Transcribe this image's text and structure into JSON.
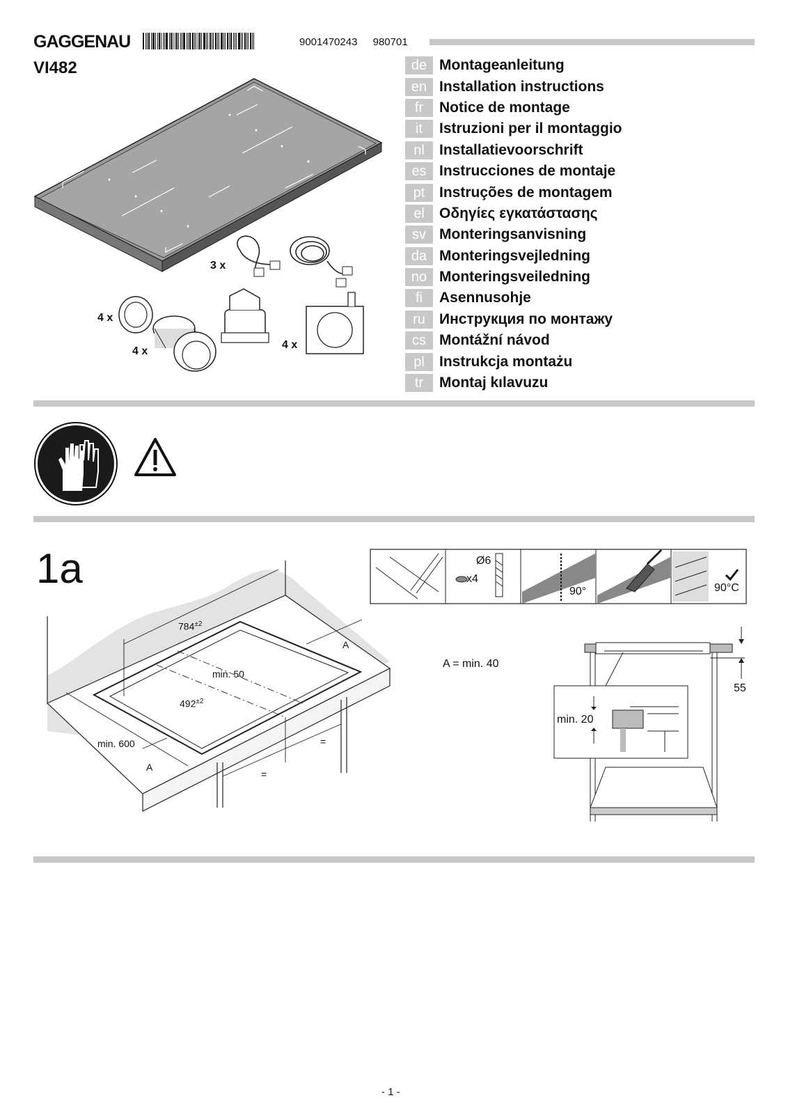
{
  "header": {
    "brand": "GAGGENAU",
    "code_number": "9001470243",
    "date_code": "980701",
    "model": "VI482"
  },
  "languages": [
    {
      "code": "de",
      "title": "Montageanleitung"
    },
    {
      "code": "en",
      "title": "Installation instructions"
    },
    {
      "code": "fr",
      "title": "Notice de montage"
    },
    {
      "code": "it",
      "title": "Istruzioni per il montaggio"
    },
    {
      "code": "nl",
      "title": "Installatievoorschrift"
    },
    {
      "code": "es",
      "title": "Instrucciones de montaje"
    },
    {
      "code": "pt",
      "title": "Instruções de montagem"
    },
    {
      "code": "el",
      "title": "Οδηγίες εγκατάστασης"
    },
    {
      "code": "sv",
      "title": "Monteringsanvisning"
    },
    {
      "code": "da",
      "title": "Monteringsvejledning"
    },
    {
      "code": "no",
      "title": "Monteringsveiledning"
    },
    {
      "code": "fi",
      "title": "Asennusohje"
    },
    {
      "code": "ru",
      "title": "Инструкция по монтажу"
    },
    {
      "code": "cs",
      "title": "Montážní návod"
    },
    {
      "code": "pl",
      "title": "Instrukcja montażu"
    },
    {
      "code": "tr",
      "title": "Montaj kılavuzu"
    }
  ],
  "parts": {
    "cables_qty": "3 x",
    "rings_qty": "4 x",
    "knobs_qty": "4 x",
    "templates_qty": "4 x"
  },
  "icons": {
    "gloves": "gloves-icon",
    "warning": "warning-triangle-icon"
  },
  "figure_1a": {
    "label": "1a",
    "width_dim": "784",
    "width_tol": "±2",
    "depth_dim": "492",
    "depth_tol": "±2",
    "min_back": "min. 50",
    "min_counter": "min. 600",
    "dist_a1": "A",
    "dist_a2": "A",
    "equal1": "=",
    "equal2": "=",
    "a_note": "A = min. 40",
    "drill_dia": "Ø6",
    "drill_qty": "x4",
    "saw_angle": "90°",
    "temp": "90°C",
    "height_dim": "55",
    "min_gap": "min. 20"
  },
  "footer": {
    "page": "- 1 -"
  }
}
